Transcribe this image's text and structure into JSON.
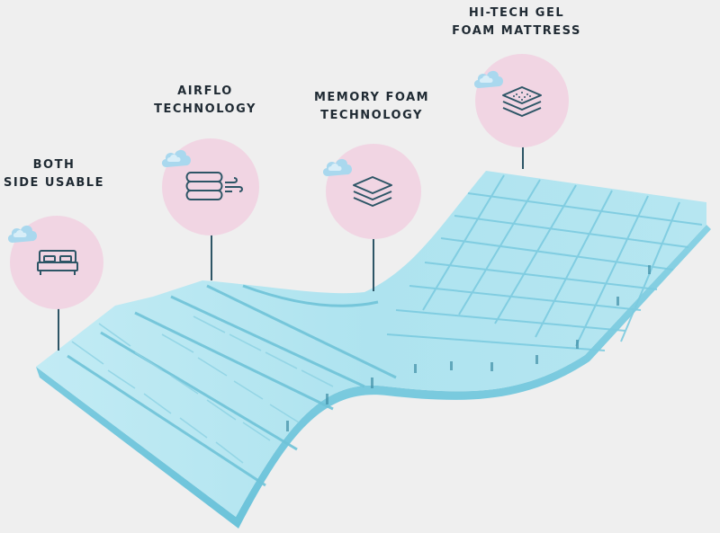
{
  "features": [
    {
      "line1": "BOTH",
      "line2": "SIDE USABLE",
      "icon": "bed-icon"
    },
    {
      "line1": "AIRFLO",
      "line2": "TECHNOLOGY",
      "icon": "folded-blanket-airflow-icon"
    },
    {
      "line1": "MEMORY FOAM",
      "line2": "TECHNOLOGY",
      "icon": "stacked-layers-icon"
    },
    {
      "line1": "HI-TECH GEL",
      "line2": "FOAM MATTRESS",
      "icon": "dotted-layers-icon"
    }
  ],
  "colors": {
    "background": "#efefef",
    "circle": "#f1d5e3",
    "icon_stroke": "#2d5566",
    "foam_light": "#bfe9f2",
    "foam_mid": "#8fd3e4",
    "foam_dark": "#5fb9d0",
    "cloud": "#a9d8ee"
  }
}
